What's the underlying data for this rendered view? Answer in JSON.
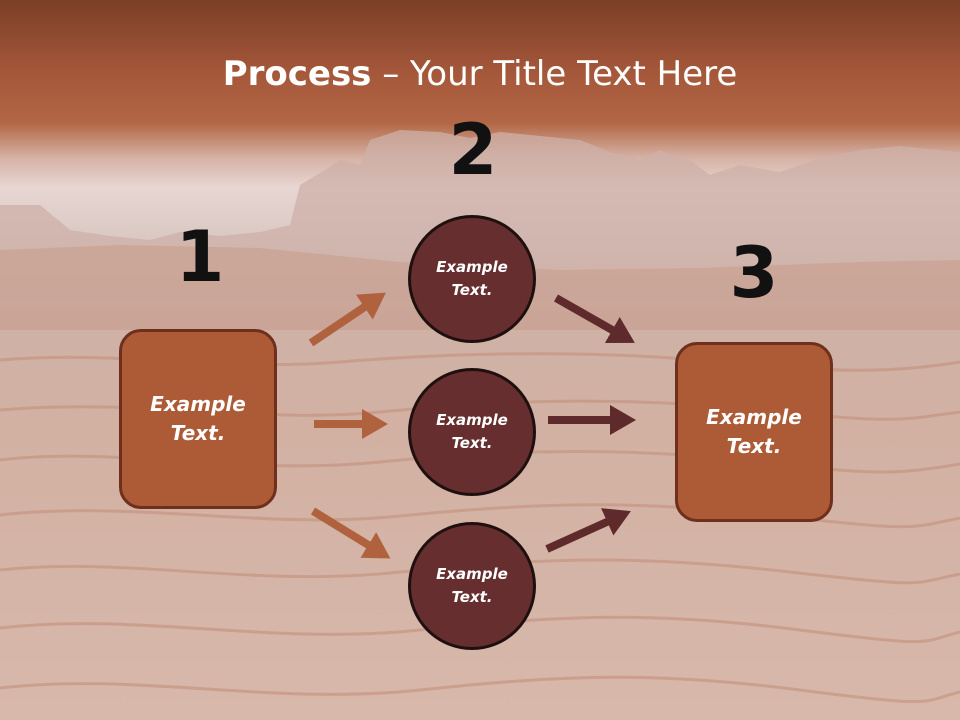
{
  "slide": {
    "title_bold": "Process",
    "title_rest": " – Your Title Text Here"
  },
  "steps": [
    {
      "number": "1"
    },
    {
      "number": "2"
    },
    {
      "number": "3"
    }
  ],
  "nodes": {
    "left_box": "Example\nText.",
    "circle_top": "Example\nText.",
    "circle_middle": "Example\nText.",
    "circle_bottom": "Example\nText.",
    "right_box": "Example\nText."
  },
  "colors": {
    "title_band": "#a5573a",
    "box_fill": "#ad5a37",
    "box_border": "#6e301d",
    "circle_fill": "#662e2f",
    "circle_border": "#1f1010",
    "arrow_left": "#b0623f",
    "arrow_right": "#5e2a2c",
    "number_text": "#111111"
  }
}
